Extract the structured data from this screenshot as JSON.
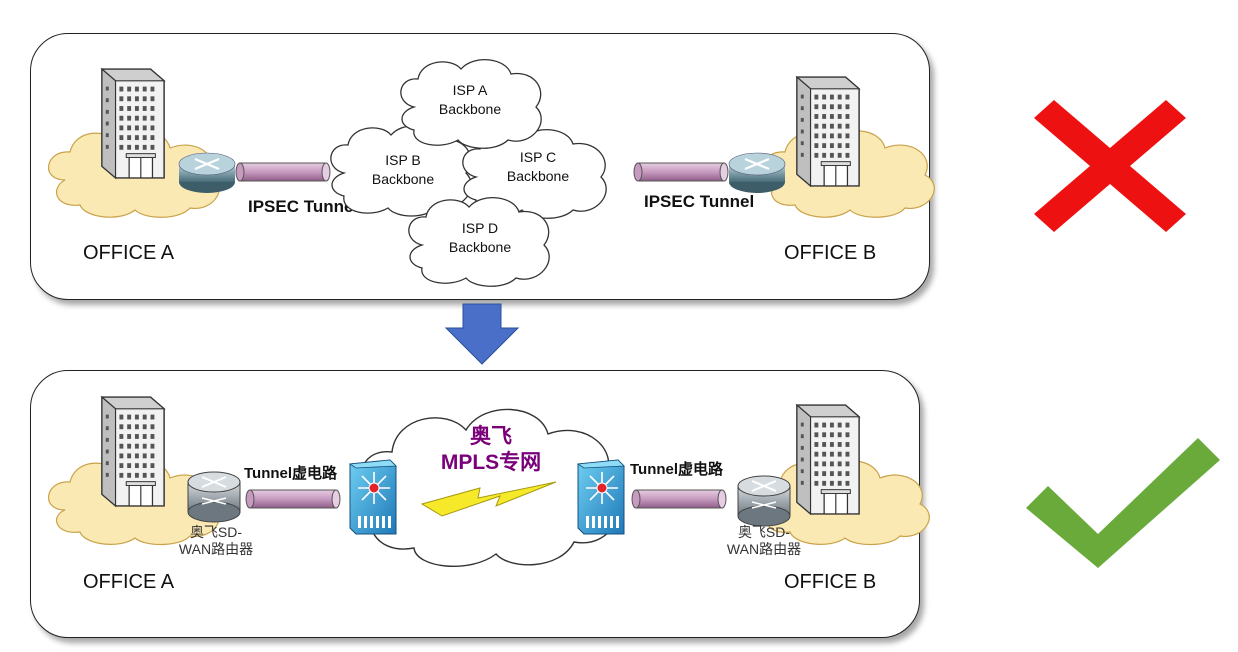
{
  "top": {
    "office_a": "OFFICE A",
    "office_b": "OFFICE B",
    "tunnel_left": "IPSEC Tunnel",
    "tunnel_right": "IPSEC Tunnel",
    "isps": [
      {
        "line1": "ISP A",
        "line2": "Backbone"
      },
      {
        "line1": "ISP B",
        "line2": "Backbone"
      },
      {
        "line1": "ISP C",
        "line2": "Backbone"
      },
      {
        "line1": "ISP D",
        "line2": "Backbone"
      }
    ]
  },
  "bottom": {
    "office_a": "OFFICE A",
    "office_b": "OFFICE B",
    "tunnel_left": "Tunnel虚电路",
    "tunnel_right": "Tunnel虚电路",
    "mpls_line1": "奥飞",
    "mpls_line2": "MPLS专网",
    "router_left_line1": "奥飞SD-",
    "router_left_line2": "WAN路由器",
    "router_right_line1": "奥飞SD-",
    "router_right_line2": "WAN路由器"
  },
  "marks": {
    "reject": "cross-icon",
    "accept": "check-icon",
    "reject_color": "#ee1111",
    "accept_color": "#6aaa3a",
    "arrow_color": "#4a6fc9"
  }
}
